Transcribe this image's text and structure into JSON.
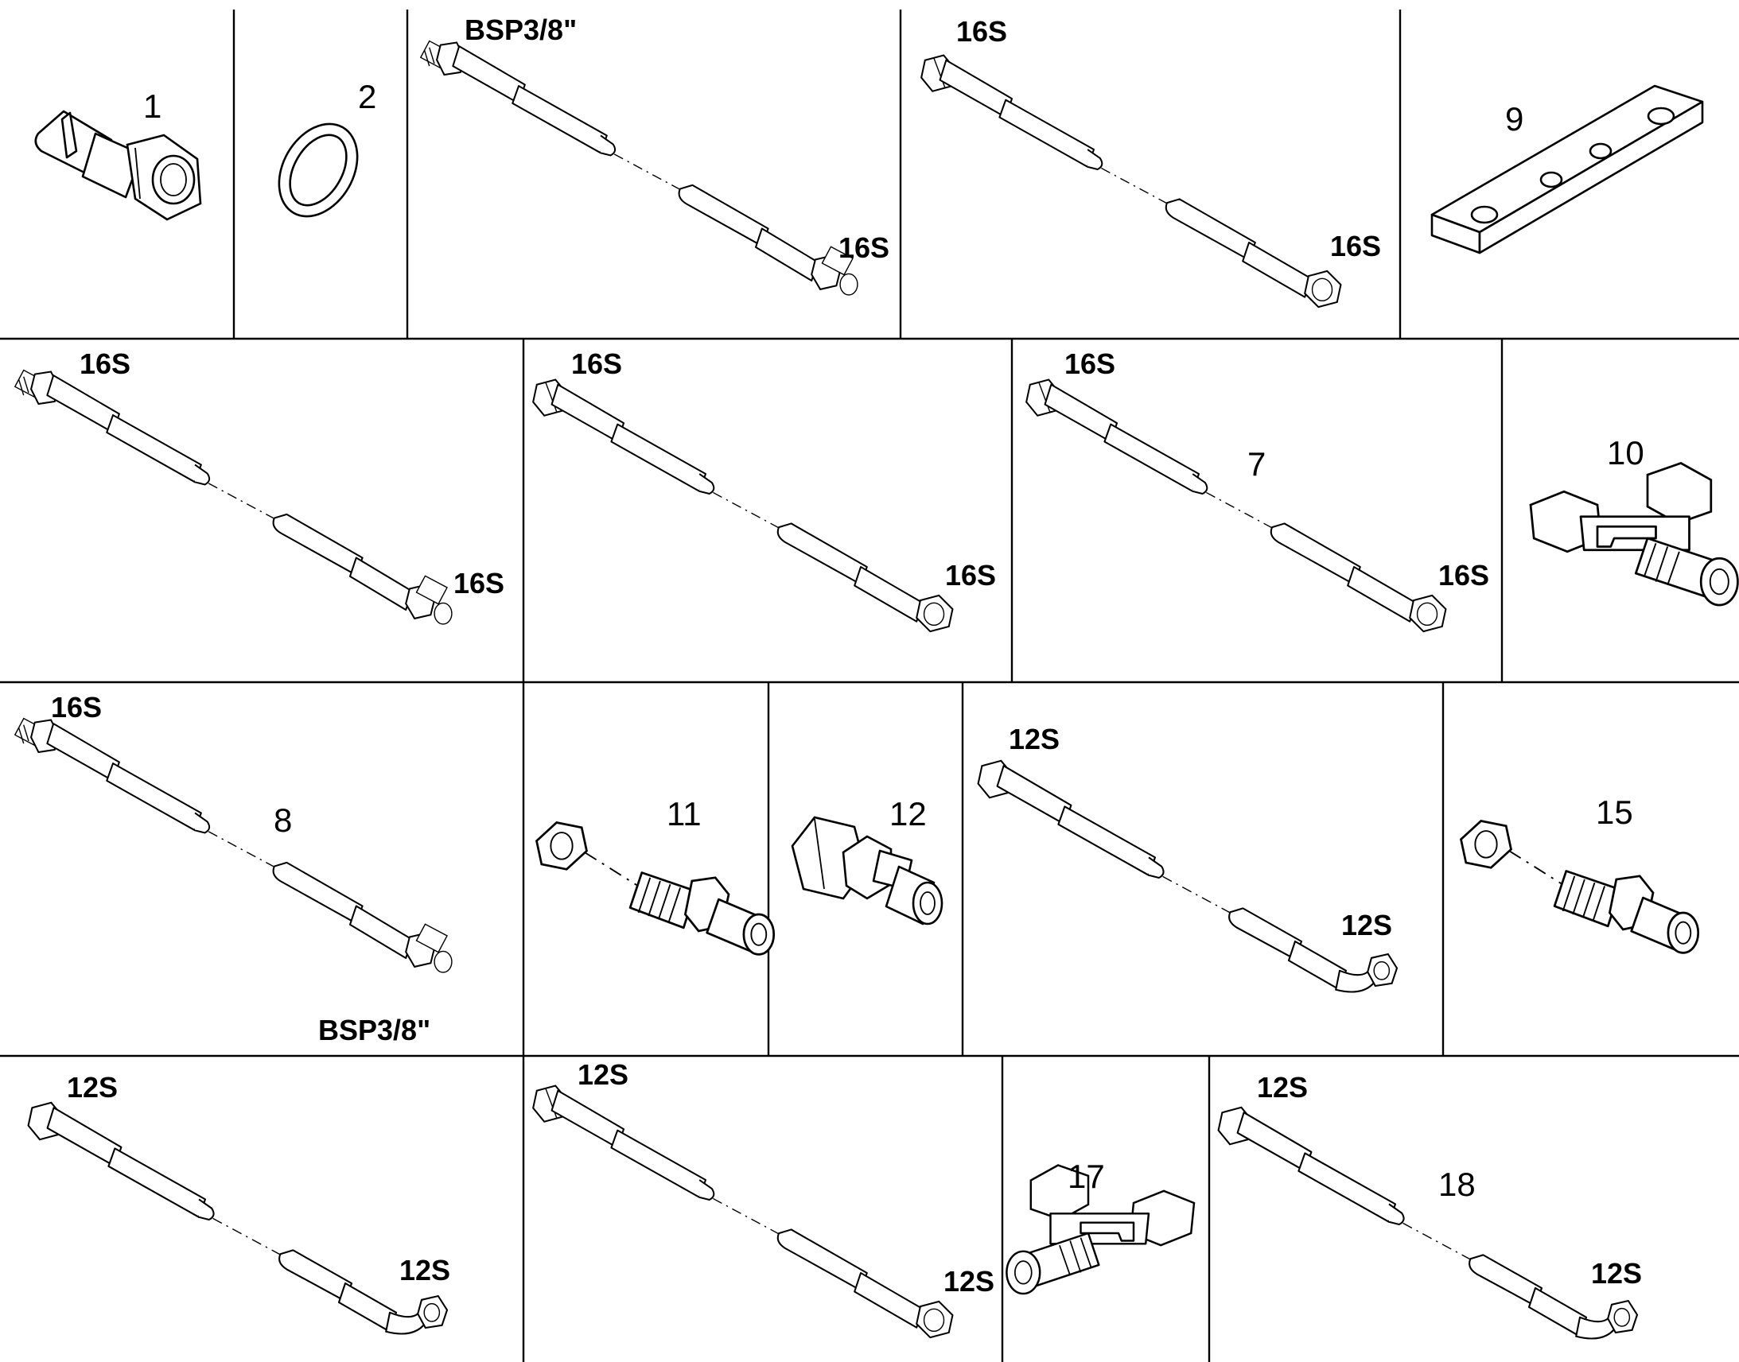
{
  "parts": {
    "p1": {
      "num": "1"
    },
    "p2": {
      "num": "2"
    },
    "p3": {
      "label_a": "BSP3/8\"",
      "label_b": "16S"
    },
    "p4": {
      "label_a": "16S",
      "label_b": "16S"
    },
    "p9": {
      "num": "9"
    },
    "p5": {
      "label_a": "16S",
      "label_b": "16S"
    },
    "p6": {
      "label_a": "16S",
      "label_b": "16S"
    },
    "p7": {
      "num": "7",
      "label_a": "16S",
      "label_b": "16S"
    },
    "p10": {
      "num": "10"
    },
    "p8": {
      "num": "8",
      "label_a": "16S",
      "label_b": "BSP3/8\""
    },
    "p11": {
      "num": "11"
    },
    "p12": {
      "num": "12"
    },
    "p13": {
      "label_a": "12S",
      "label_b": "12S"
    },
    "p15": {
      "num": "15"
    },
    "p16": {
      "label_a": "12S",
      "label_b": "12S"
    },
    "p16b": {
      "label_a": "12S",
      "label_b": "12S"
    },
    "p17": {
      "num": "17"
    },
    "p18": {
      "num": "18",
      "label_a": "12S",
      "label_b": "12S"
    }
  }
}
